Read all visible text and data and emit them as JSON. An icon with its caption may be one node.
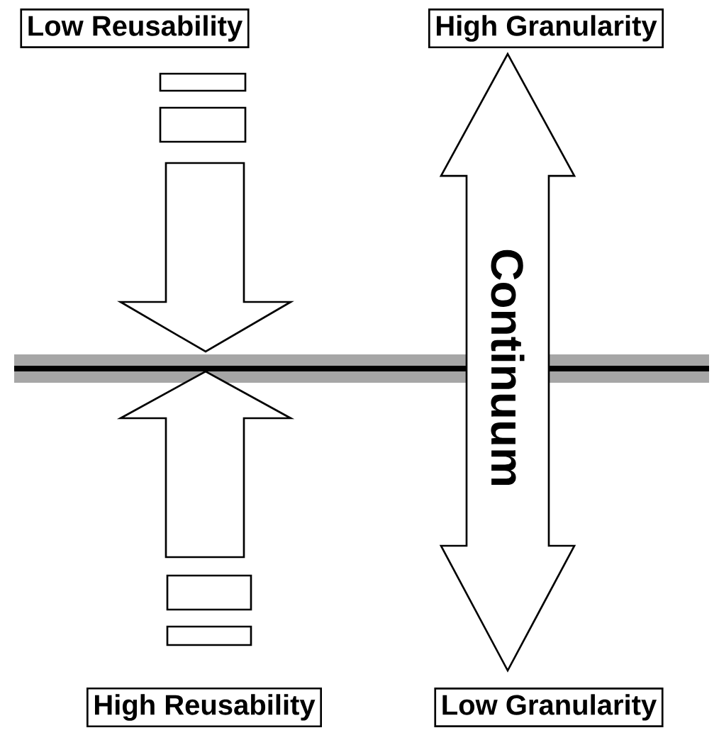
{
  "diagram": {
    "nodes": [
      {
        "text": [
          "Low Reusability"
        ]
      },
      {
        "text": [
          "High Granularity"
        ]
      },
      {
        "text": [
          "High Reusability"
        ]
      },
      {
        "text": [
          "Low Granularity"
        ]
      }
    ],
    "edges": [
      {
        "from": 1,
        "to": 3,
        "arrow": "both",
        "label": "Continuum"
      }
    ]
  }
}
